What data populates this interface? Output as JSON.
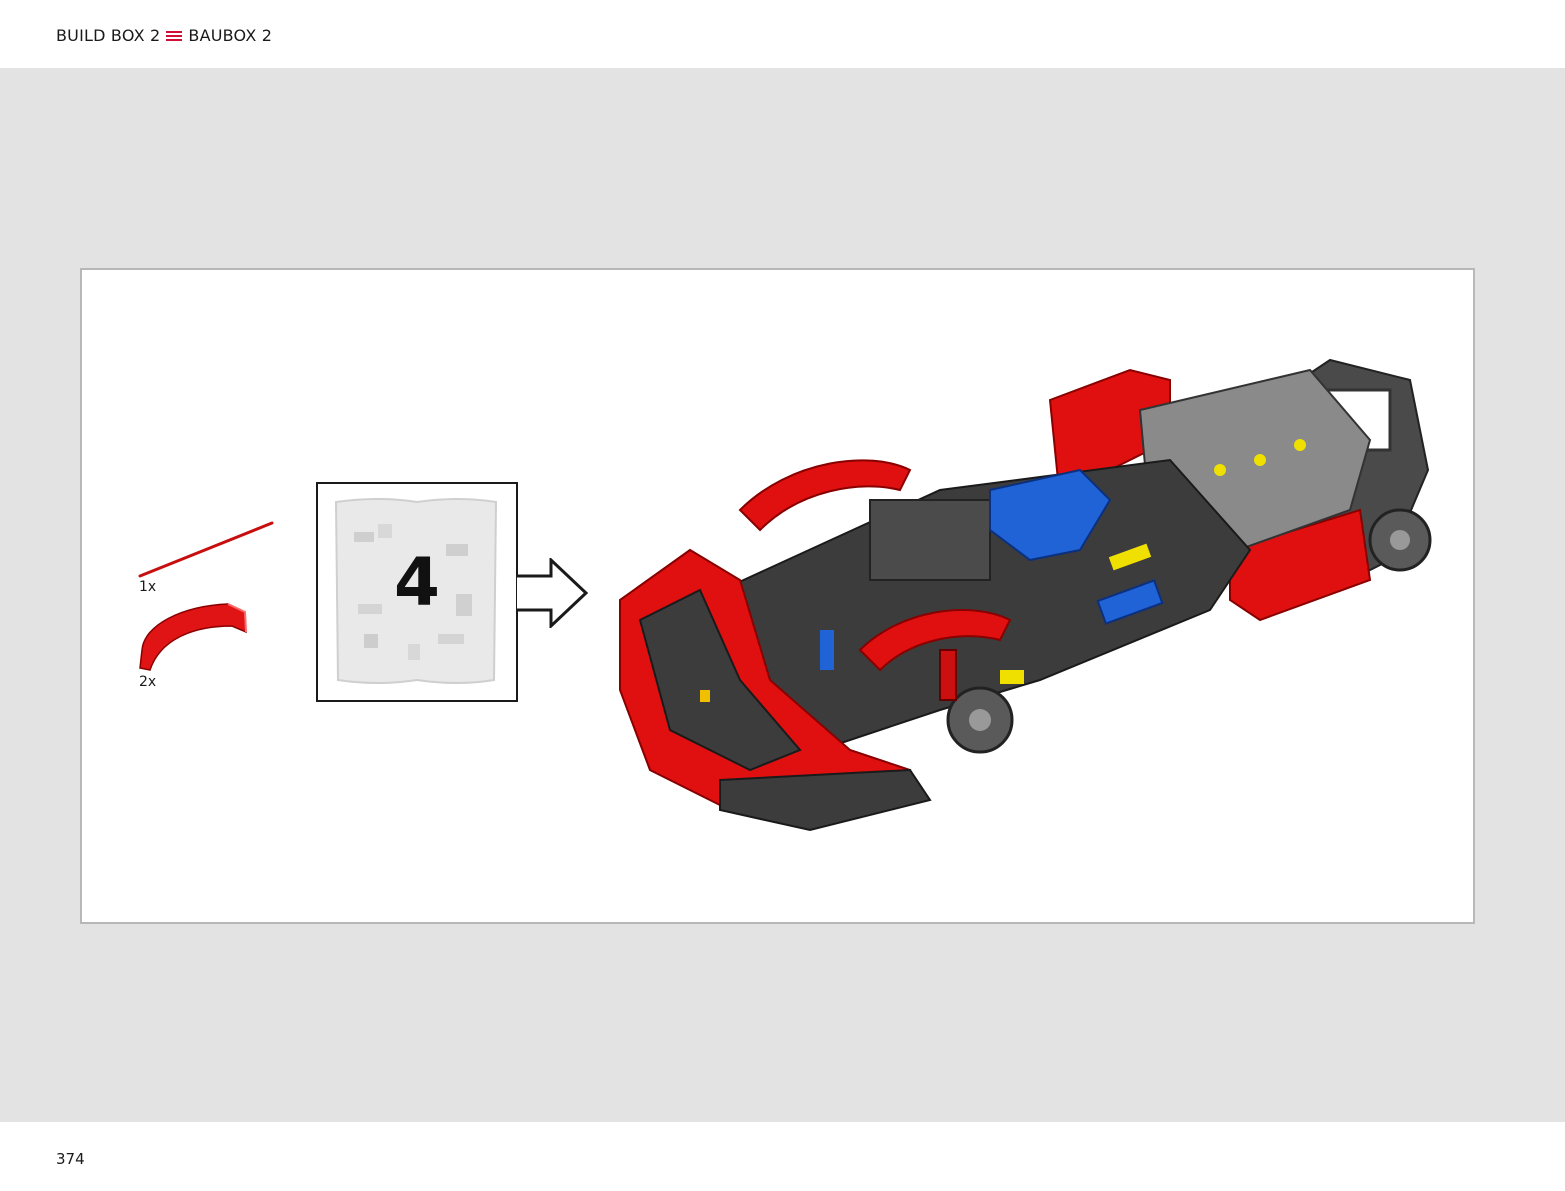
{
  "header": {
    "title_en": "BUILD BOX 2",
    "separator_icon": "triple-bar-icon",
    "title_de": "BAUBOX 2",
    "accent_color": "#d0103a"
  },
  "step": {
    "parts": [
      {
        "quantity": "1x",
        "description_icon": "red-axle-part-icon"
      },
      {
        "quantity": "2x",
        "description_icon": "red-curved-panel-part-icon"
      }
    ],
    "bag_number": "4",
    "arrow_icon": "right-arrow-icon",
    "model_icon": "technic-car-chassis-icon"
  },
  "footer": {
    "page_number": "374"
  }
}
